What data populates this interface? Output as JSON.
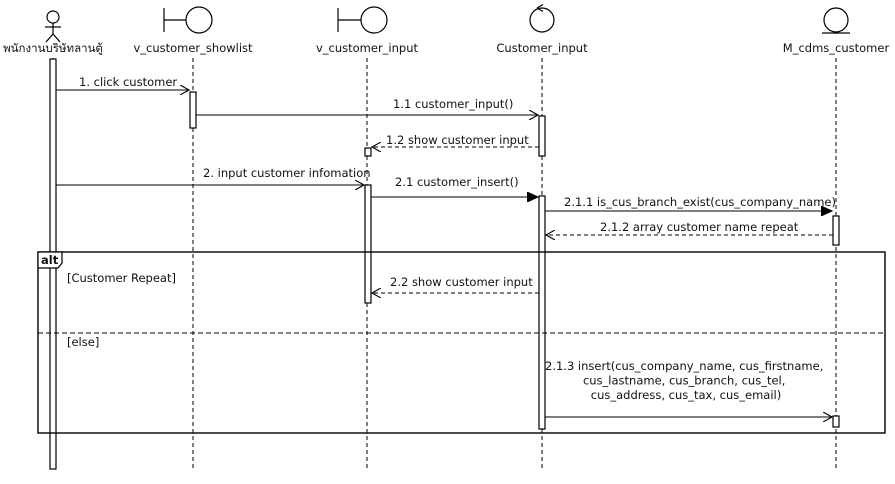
{
  "lifelines": [
    {
      "label": "พนักงานบริษัทลานตู้",
      "kind": "actor"
    },
    {
      "label": "v_customer_showlist",
      "kind": "boundary"
    },
    {
      "label": "v_customer_input",
      "kind": "boundary"
    },
    {
      "label": "Customer_input",
      "kind": "control"
    },
    {
      "label": "M_cdms_customer",
      "kind": "entity"
    }
  ],
  "messages": [
    {
      "label": "1. click customer",
      "type": "sync"
    },
    {
      "label": "1.1 customer_input()",
      "type": "sync"
    },
    {
      "label": "1.2 show customer input",
      "type": "return"
    },
    {
      "label": "2. input customer infomation",
      "type": "sync"
    },
    {
      "label": "2.1 customer_insert()",
      "type": "sync"
    },
    {
      "label": "2.1.1 is_cus_branch_exist(cus_company_name)",
      "type": "sync"
    },
    {
      "label": "2.1.2 array customer name repeat",
      "type": "return"
    },
    {
      "label": "2.2 show customer input",
      "type": "return"
    },
    {
      "label": "2.1.3 insert(cus_company_name, cus_firstname, cus_lastname, cus_branch, cus_tel, cus_address, cus_tax, cus_email)",
      "type": "sync",
      "lines": [
        "2.1.3 insert(cus_company_name, cus_firstname,",
        "cus_lastname, cus_branch, cus_tel,",
        "cus_address, cus_tax, cus_email)"
      ]
    }
  ],
  "fragment": {
    "operator": "alt",
    "guards": [
      "[Customer Repeat]",
      "[else]"
    ]
  }
}
